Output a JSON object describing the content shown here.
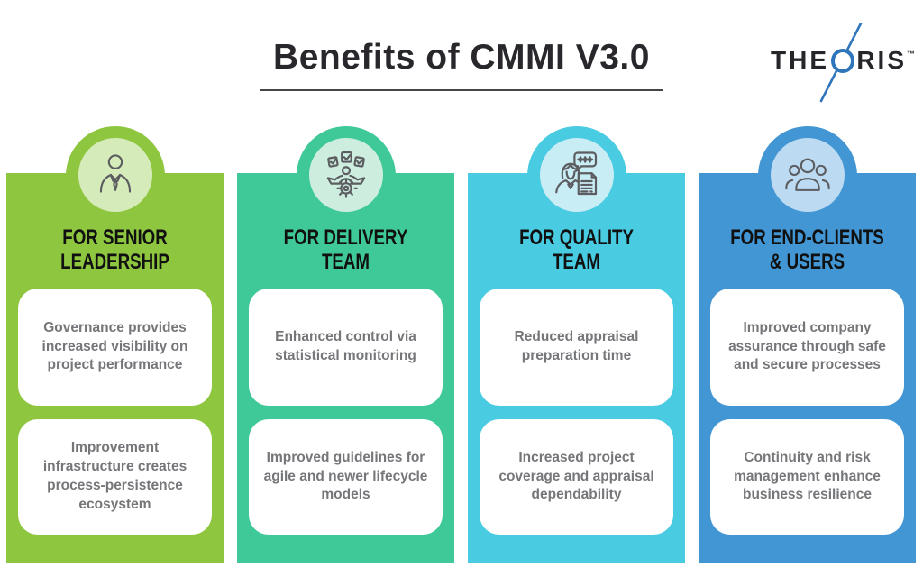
{
  "header": {
    "title": "Benefits of CMMI V3.0"
  },
  "logo": {
    "pre": "THE",
    "post": "RIS",
    "trademark": "™",
    "brand_blue": "#2e75bc",
    "text_color": "#26262a"
  },
  "columns": [
    {
      "title": "FOR SENIOR\nLEADERSHIP",
      "icon": "businessman-icon",
      "color": "#8ec63f",
      "circle_color": "#d6ebba",
      "cards": [
        "Governance provides increased visibility on project performance",
        "Improvement infrastructure creates process-persistence ecosystem"
      ]
    },
    {
      "title": "FOR DELIVERY\nTEAM",
      "icon": "team-checklist-gear-icon",
      "color": "#40c998",
      "circle_color": "#cdeedf",
      "cards": [
        "Enhanced control via statistical monitoring",
        "Improved guidelines for agile and newer lifecycle models"
      ]
    },
    {
      "title": "FOR QUALITY\nTEAM",
      "icon": "reviewer-document-icon",
      "color": "#49cbe2",
      "circle_color": "#c9edf5",
      "cards": [
        "Reduced appraisal preparation time",
        "Increased project coverage and appraisal dependability"
      ]
    },
    {
      "title": "FOR END-CLIENTS\n& USERS",
      "icon": "user-group-icon",
      "color": "#4296d3",
      "circle_color": "#bcdaf1",
      "cards": [
        "Improved company assurance through safe and secure processes",
        "Continuity and risk management enhance business resilience"
      ]
    }
  ]
}
